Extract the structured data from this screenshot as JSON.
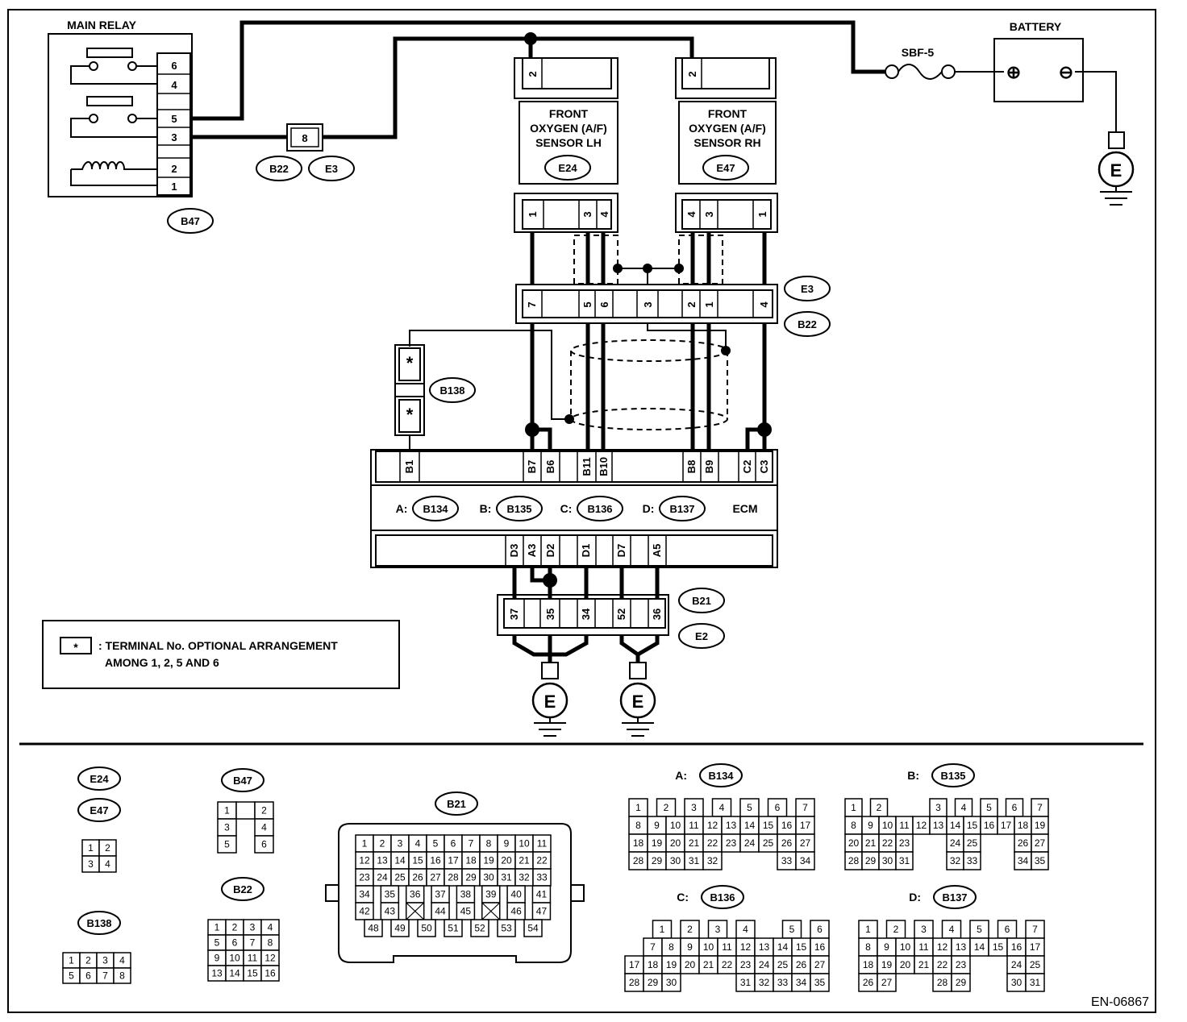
{
  "main_relay": {
    "title": "MAIN RELAY",
    "pins": [
      "6",
      "4",
      "5",
      "3",
      "2",
      "1"
    ],
    "connector": "B47"
  },
  "battery": {
    "title": "BATTERY",
    "plus": "⊕",
    "minus": "⊖"
  },
  "fuse": {
    "label": "SBF-5"
  },
  "joint_connector": {
    "pin": "8",
    "codes": [
      "B22",
      "E3"
    ]
  },
  "sensor_lh": {
    "top_pin": "2",
    "lines": [
      "FRONT",
      "OXYGEN (A/F)",
      "SENSOR LH"
    ],
    "connector": "E24",
    "bottom_pins": [
      "1",
      "3",
      "4"
    ]
  },
  "sensor_rh": {
    "top_pin": "2",
    "lines": [
      "FRONT",
      "OXYGEN (A/F)",
      "SENSOR RH"
    ],
    "connector": "E47",
    "bottom_pins": [
      "4",
      "3",
      "1"
    ]
  },
  "mid_connector": {
    "pins": [
      "7",
      "5",
      "6",
      "3",
      "2",
      "1",
      "4"
    ],
    "codes": [
      "E3",
      "B22"
    ]
  },
  "b138": {
    "code": "B138",
    "pin_mark": "*"
  },
  "ecm": {
    "title": "ECM",
    "top_pins": [
      "B1",
      "B7",
      "B6",
      "B11",
      "B10",
      "B8",
      "B9",
      "C2",
      "C3"
    ],
    "connectors": [
      {
        "prefix": "A:",
        "code": "B134"
      },
      {
        "prefix": "B:",
        "code": "B135"
      },
      {
        "prefix": "C:",
        "code": "B136"
      },
      {
        "prefix": "D:",
        "code": "B137"
      }
    ],
    "bottom_pins": [
      "D3",
      "A3",
      "D2",
      "D1",
      "D7",
      "A5"
    ]
  },
  "ground_connector": {
    "pins": [
      "37",
      "35",
      "34",
      "52",
      "36"
    ],
    "codes": [
      "B21",
      "E2"
    ]
  },
  "ground": {
    "symbol": "E"
  },
  "legend": {
    "mark": "*",
    "line1": ": TERMINAL No. OPTIONAL ARRANGEMENT",
    "line2": "AMONG 1, 2, 5 AND 6"
  },
  "connector_views": {
    "e24_e47": {
      "codes": [
        "E24",
        "E47"
      ],
      "rows": [
        [
          "1",
          "2"
        ],
        [
          "3",
          "4"
        ]
      ]
    },
    "b47": {
      "code": "B47",
      "rows": [
        [
          "1",
          "",
          "2"
        ],
        [
          "3",
          "4"
        ],
        [
          "5",
          "6"
        ]
      ]
    },
    "b138": {
      "code": "B138",
      "rows": [
        [
          "1",
          "2",
          "3",
          "4"
        ],
        [
          "5",
          "6",
          "7",
          "8"
        ]
      ]
    },
    "b22": {
      "code": "B22",
      "rows": [
        [
          "1",
          "2",
          "3",
          "4"
        ],
        [
          "5",
          "6",
          "7",
          "8"
        ],
        [
          "9",
          "10",
          "11",
          "12"
        ],
        [
          "13",
          "14",
          "15",
          "16"
        ]
      ]
    },
    "b21": {
      "code": "B21",
      "rows": [
        [
          "1",
          "2",
          "3",
          "4",
          "5",
          "6",
          "7",
          "8",
          "9",
          "10",
          "11"
        ],
        [
          "12",
          "13",
          "14",
          "15",
          "16",
          "17",
          "18",
          "19",
          "20",
          "21",
          "22"
        ],
        [
          "23",
          "24",
          "25",
          "26",
          "27",
          "28",
          "29",
          "30",
          "31",
          "32",
          "33"
        ],
        [
          "34",
          "35",
          "36",
          "37",
          "38",
          "39",
          "40",
          "41"
        ],
        [
          "42",
          "43",
          "",
          "44",
          "45",
          "",
          "46",
          "47"
        ],
        [
          "48",
          "49",
          "50",
          "51",
          "52",
          "53",
          "54"
        ]
      ]
    },
    "b134": {
      "prefix": "A:",
      "code": "B134",
      "rows": [
        [
          "1",
          "2",
          "3",
          "4",
          "5",
          "6",
          "7"
        ],
        [
          "8",
          "9",
          "10",
          "11",
          "12",
          "13",
          "14",
          "15",
          "16",
          "17"
        ],
        [
          "18",
          "19",
          "20",
          "21",
          "22",
          "23",
          "24",
          "25",
          "26",
          "27"
        ],
        [
          "28",
          "29",
          "30",
          "31",
          "32",
          "33",
          "34"
        ]
      ]
    },
    "b135": {
      "prefix": "B:",
      "code": "B135",
      "rows": [
        [
          "1",
          "2",
          "3",
          "4",
          "5",
          "6",
          "7"
        ],
        [
          "8",
          "9",
          "10",
          "11",
          "12",
          "13",
          "14",
          "15",
          "16",
          "17",
          "18",
          "19"
        ],
        [
          "20",
          "21",
          "22",
          "23",
          "24",
          "25",
          "26",
          "27"
        ],
        [
          "28",
          "29",
          "30",
          "31",
          "32",
          "33",
          "34",
          "35"
        ]
      ]
    },
    "b136": {
      "prefix": "C:",
      "code": "B136",
      "rows": [
        [
          "1",
          "2",
          "3",
          "4",
          "5",
          "6"
        ],
        [
          "7",
          "8",
          "9",
          "10",
          "11",
          "12",
          "13",
          "14",
          "15",
          "16"
        ],
        [
          "17",
          "18",
          "19",
          "20",
          "21",
          "22",
          "23",
          "24",
          "25",
          "26",
          "27"
        ],
        [
          "28",
          "29",
          "30",
          "31",
          "32",
          "33",
          "34",
          "35"
        ]
      ]
    },
    "b137": {
      "prefix": "D:",
      "code": "B137",
      "rows": [
        [
          "1",
          "2",
          "3",
          "4",
          "5",
          "6",
          "7"
        ],
        [
          "8",
          "9",
          "10",
          "11",
          "12",
          "13",
          "14",
          "15",
          "16",
          "17"
        ],
        [
          "18",
          "19",
          "20",
          "21",
          "22",
          "23",
          "24",
          "25"
        ],
        [
          "26",
          "27",
          "28",
          "29",
          "30",
          "31"
        ]
      ]
    }
  },
  "figure_id": "EN-06867"
}
